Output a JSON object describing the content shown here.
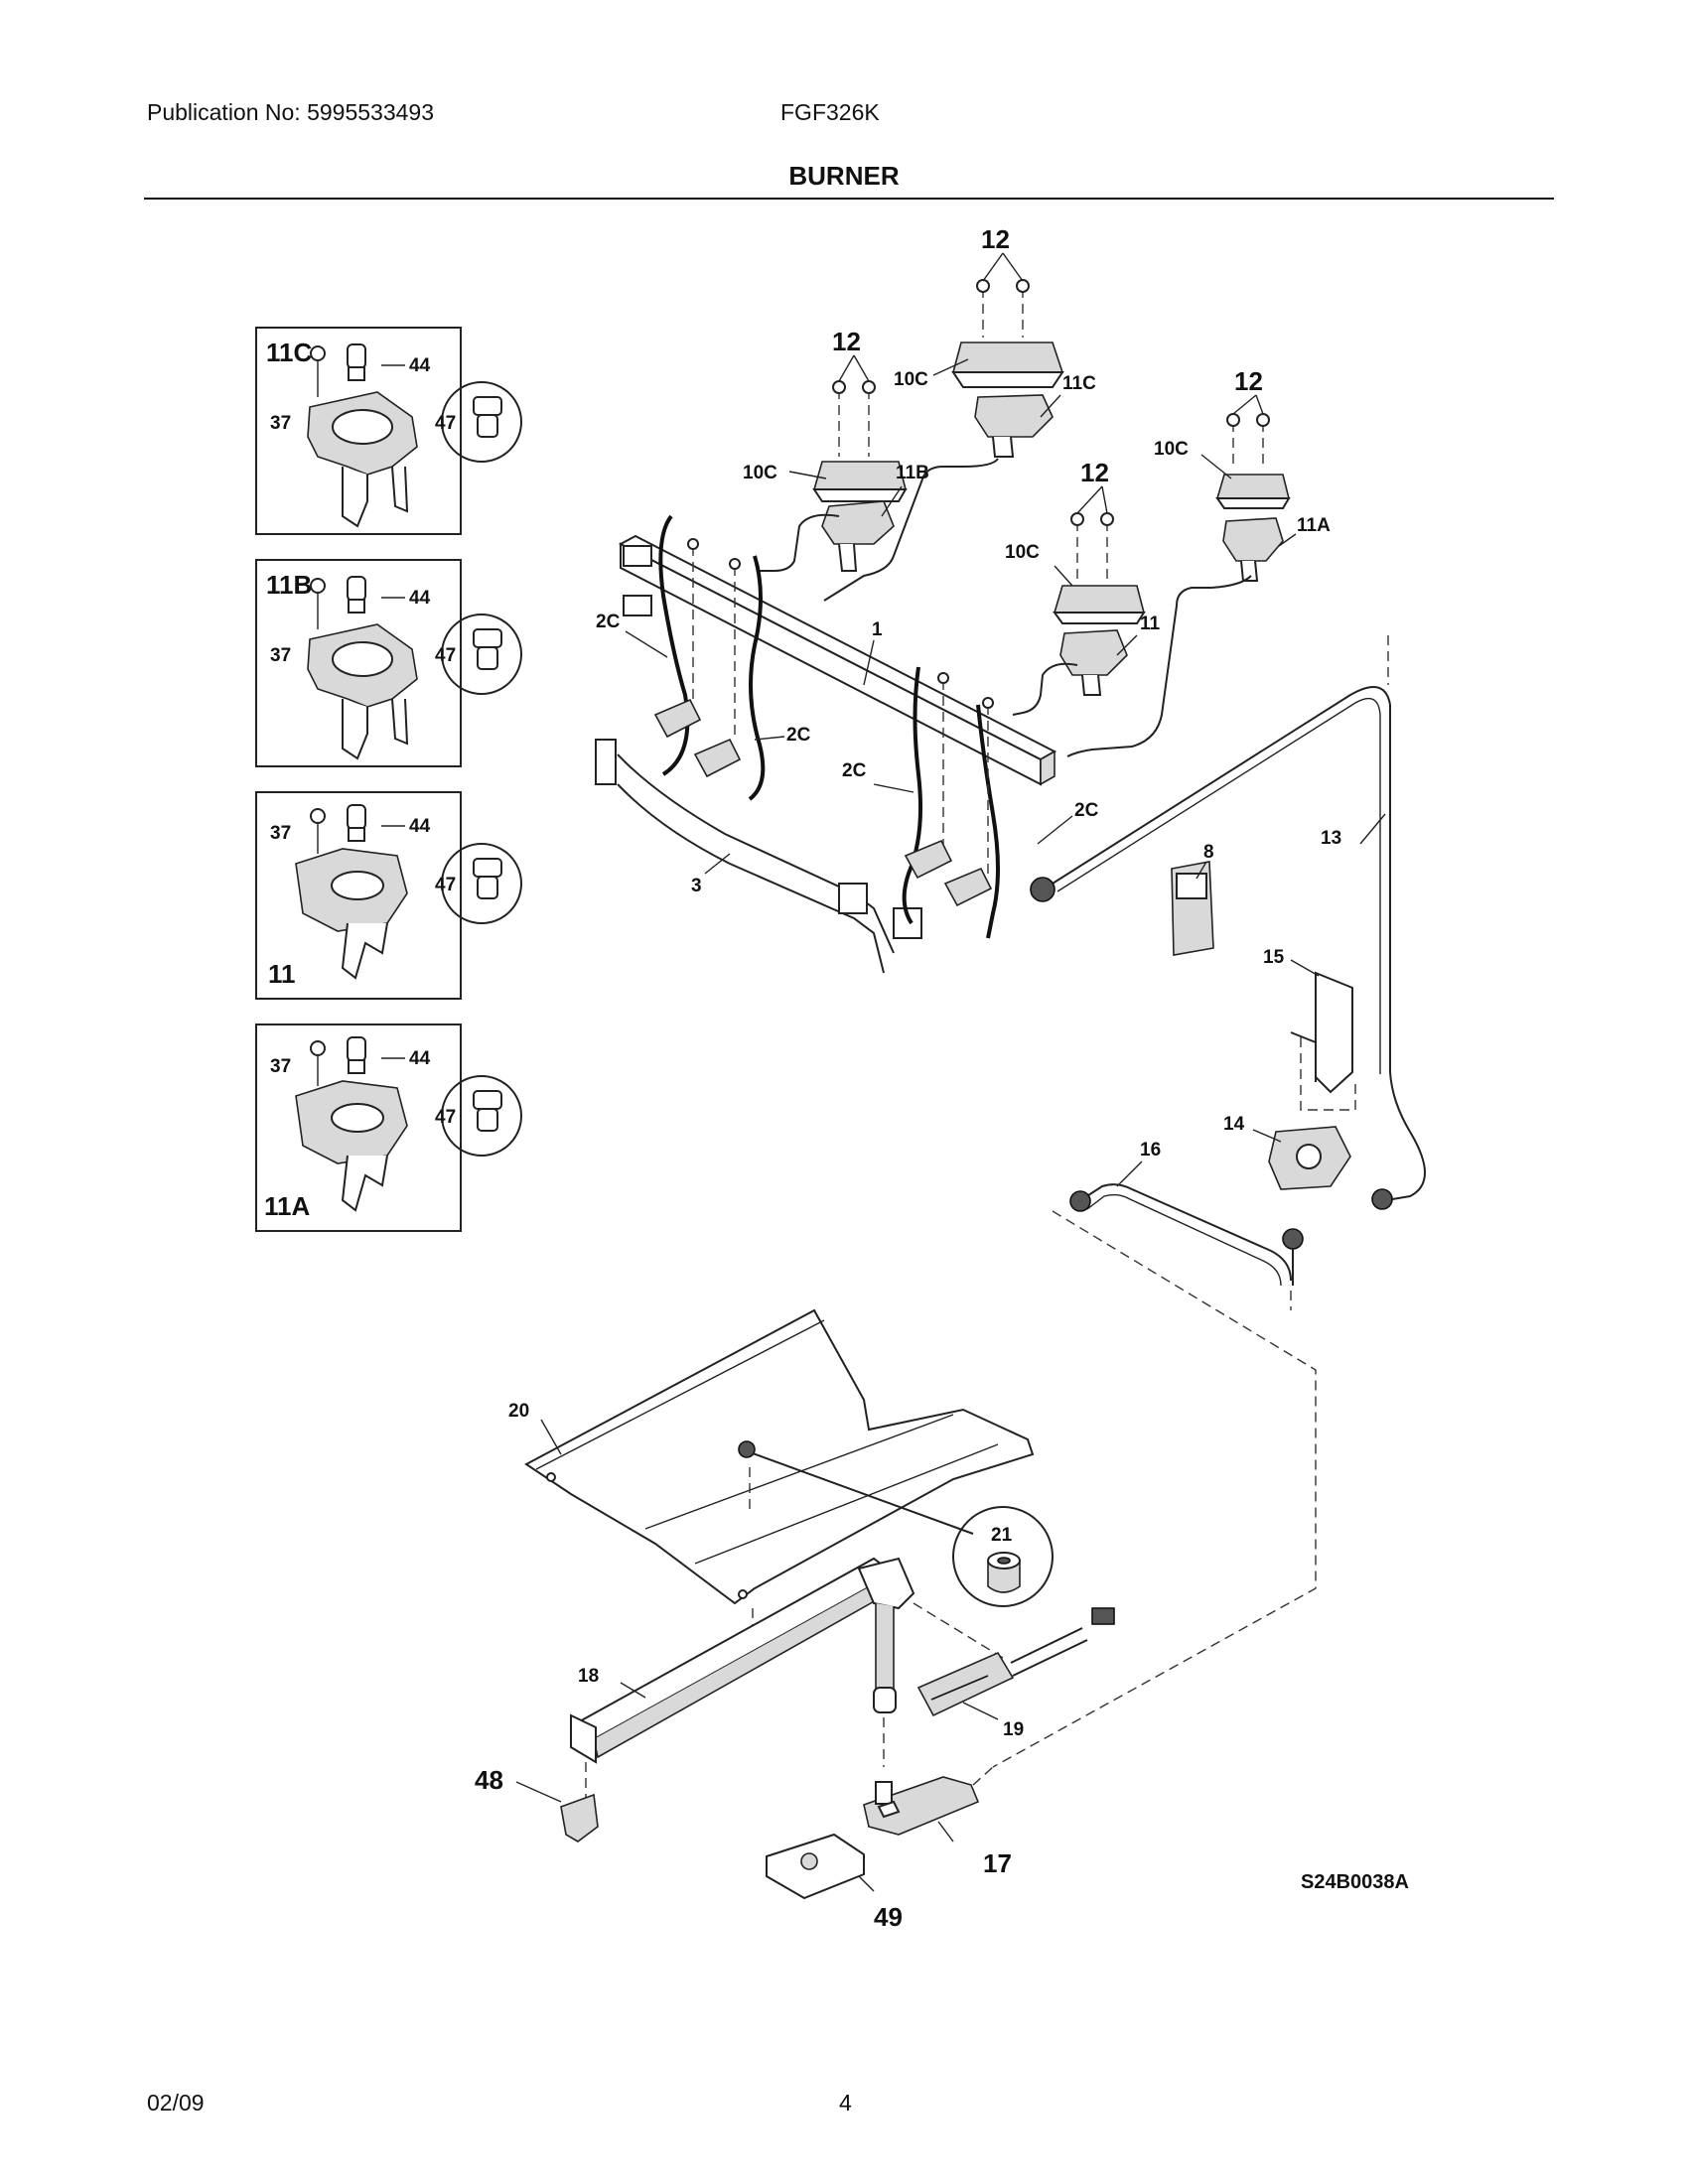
{
  "header": {
    "publication": "Publication No: 5995533493",
    "model": "FGF326K",
    "title": "BURNER"
  },
  "footer": {
    "date": "02/09",
    "page": "4"
  },
  "drawing_code": "S24B0038A",
  "insets": [
    {
      "id": "11C",
      "screw": "37",
      "cap": "44",
      "circle": "47"
    },
    {
      "id": "11B",
      "screw": "37",
      "cap": "44",
      "circle": "47"
    },
    {
      "id": "11",
      "screw": "37",
      "cap": "44",
      "circle": "47"
    },
    {
      "id": "11A",
      "screw": "37",
      "cap": "44",
      "circle": "47"
    }
  ],
  "callouts": {
    "screws_12": "12",
    "burner_head_10C": "10C",
    "valve_11C": "11C",
    "valve_11B": "11B",
    "valve_11": "11",
    "valve_11A": "11A",
    "wire_2C": "2C",
    "manifold_1": "1",
    "manifold_3": "3",
    "ignition_8": "8",
    "tube_13": "13",
    "bracket_15": "15",
    "regulator_14": "14",
    "tube_16": "16",
    "baffle_20": "20",
    "nut_21": "21",
    "oven_burner_18": "18",
    "igniter_19": "19",
    "safety_valve_17": "17",
    "clip_48": "48",
    "bracket_49": "49"
  },
  "icons": [
    "screw-icon",
    "cap-icon",
    "burner-head-icon",
    "valve-icon",
    "igniter-icon",
    "regulator-icon"
  ]
}
